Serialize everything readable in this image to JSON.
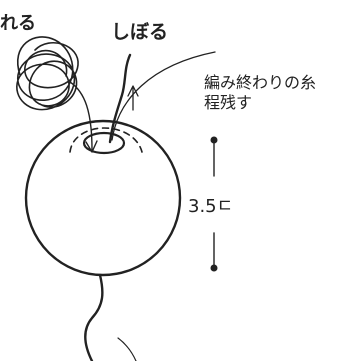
{
  "labels": {
    "top_left": "れる",
    "top_middle": "しぼる",
    "right_note_line1": "編み終わりの糸",
    "right_note_line2": "程残す",
    "dimension": "3.5ㄷ"
  },
  "colors": {
    "line": "#222222",
    "background": "#ffffff"
  }
}
